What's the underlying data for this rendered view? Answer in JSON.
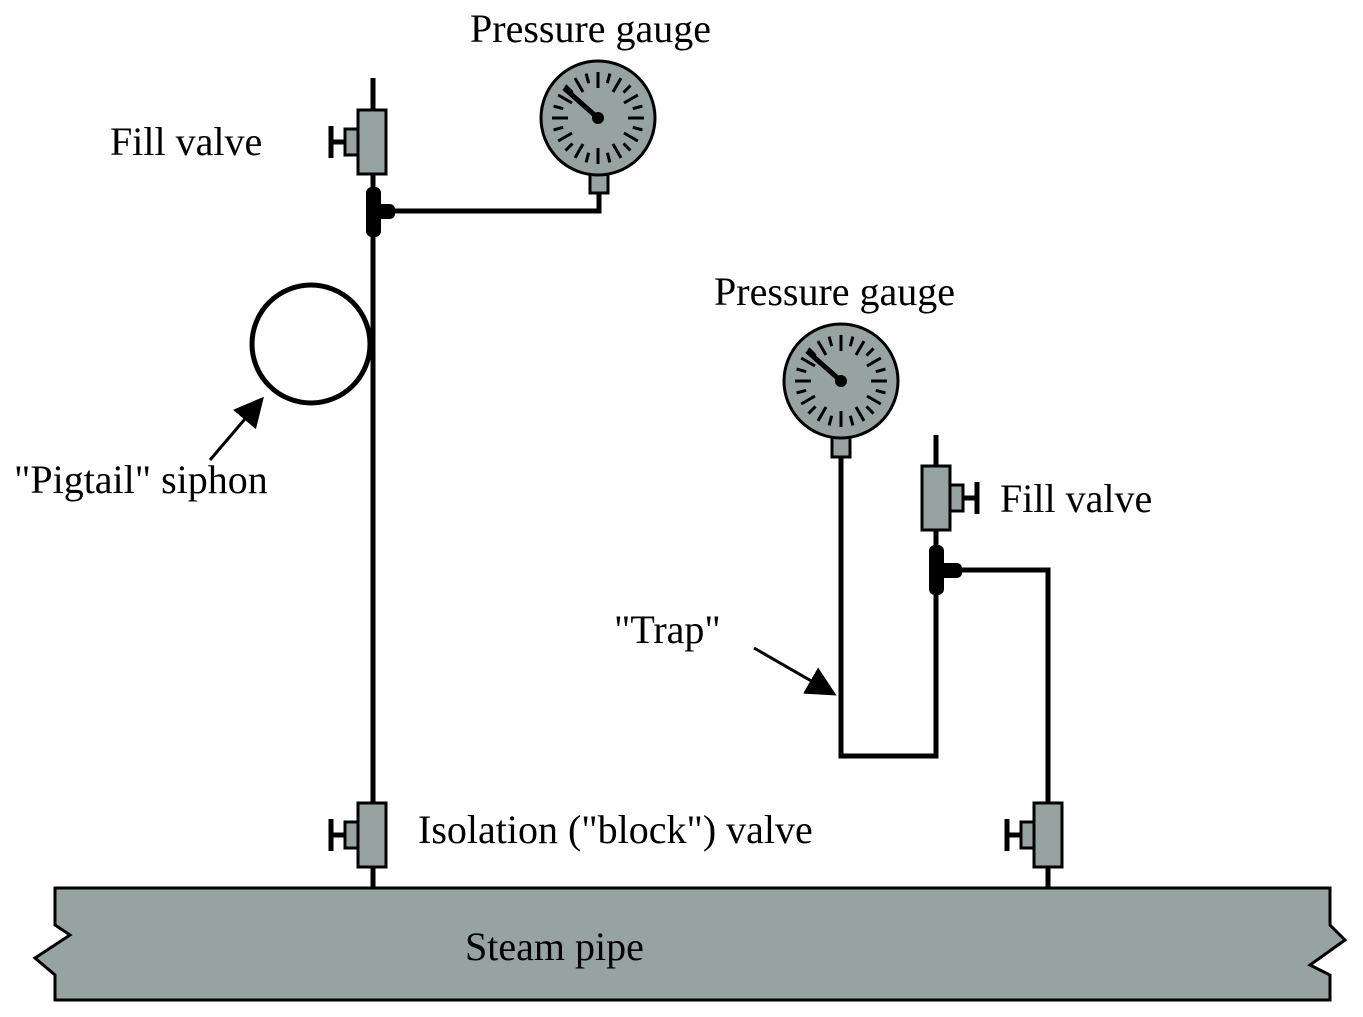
{
  "labels": {
    "gauge_left": "Pressure gauge",
    "fill_valve_left": "Fill valve",
    "pigtail": "\"Pigtail\" siphon",
    "gauge_right": "Pressure gauge",
    "fill_valve_right": "Fill valve",
    "trap": "\"Trap\"",
    "isolation_valve": "Isolation (\"block\") valve",
    "steam_pipe": "Steam pipe"
  },
  "colors": {
    "component_fill": "#97a3a1",
    "line": "#000000",
    "background": "#ffffff"
  }
}
